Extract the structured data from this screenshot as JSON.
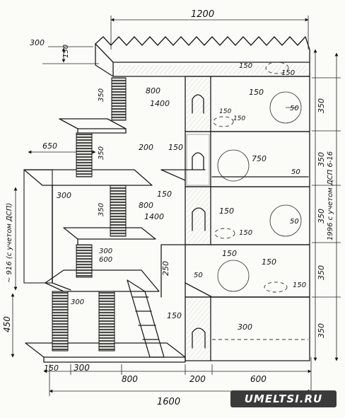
{
  "watermark": "UMELTSI.RU",
  "dims": {
    "top_width": "1200",
    "top_left_offset": "300",
    "roof_height": "150",
    "roof_hole_a": "150",
    "roof_hole_b": "150",
    "hole1_dia": "150",
    "hole1_r": "50",
    "shelf1_len": "800",
    "shelf1_len2": "1400",
    "post1_h": "350",
    "arch1_a": "150",
    "arch1_b": "150",
    "right_h1": "350",
    "left_shelf": "650",
    "post2_h": "350",
    "gap_200": "200",
    "gap_150": "150",
    "hole2_dia": "750",
    "hole2_r": "50",
    "right_h2": "350",
    "shelf3_300": "300",
    "post3_h": "350",
    "shelf3_150": "150",
    "shelf3_800": "800",
    "shelf3_1400": "1400",
    "arch3_150": "150",
    "arch3_150b": "150",
    "hole3_r": "50",
    "right_h3": "350",
    "total_height_note": "1996 с учетом ДСП 6-16",
    "left_height_note": "~ 916 (с учетом ДСП)",
    "step_300": "300",
    "step_600": "600",
    "hole4_dia": "150",
    "hole4_150": "150",
    "side_250": "250",
    "hole4_50": "50",
    "lower_150": "150",
    "right_h4": "350",
    "post4_300": "300",
    "arch4_150": "150",
    "box_300": "300",
    "bottom_450": "450",
    "right_h5": "350",
    "b_150": "150",
    "b_300": "300",
    "b_800": "800",
    "b_200": "200",
    "b_600": "600",
    "total_width": "1600"
  }
}
